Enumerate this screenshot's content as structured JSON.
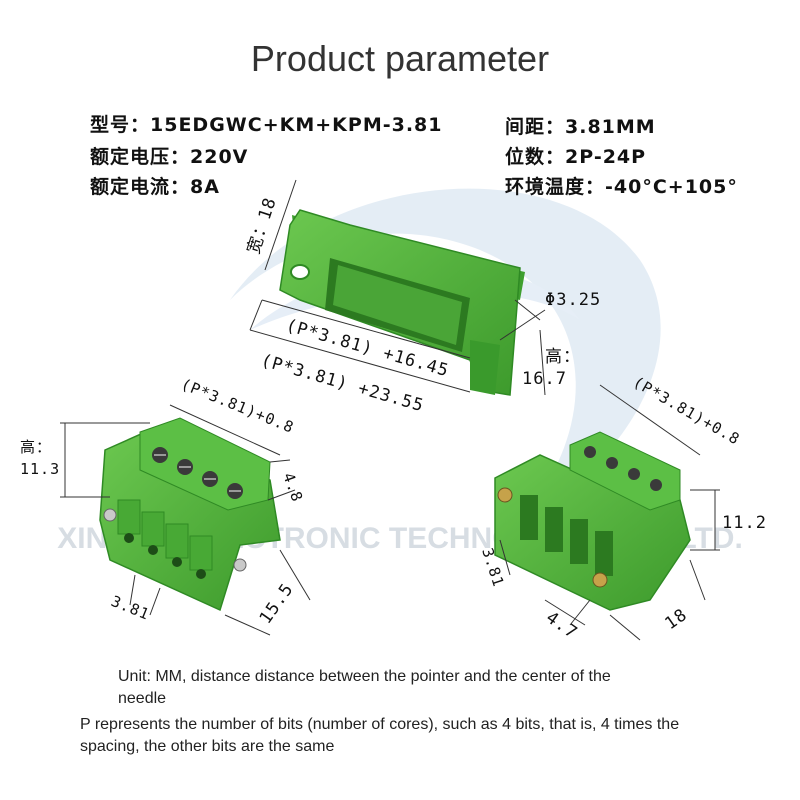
{
  "title": "Product parameter",
  "specs": {
    "model_label": "型号：",
    "model_value": "15EDGWC+KM+KPM-3.81",
    "pitch_label": "间距：",
    "pitch_value": "3.81MM",
    "voltage_label": "额定电压：",
    "voltage_value": "220V",
    "positions_label": "位数：",
    "positions_value": "2P-24P",
    "current_label": "额定电流：",
    "current_value": "8A",
    "temp_label": "环境温度：",
    "temp_value": "-40°C+105°"
  },
  "dimensions": {
    "width": "宽：18",
    "hole": "Φ3.25",
    "height_label": "高：",
    "height_value": "16.7",
    "len1": "(P*3.81) +16.45",
    "len2": "(P*3.81) +23.55",
    "left_height_label": "高：",
    "left_height_value": "11.3",
    "left_top": "(P*3.81)+0.8",
    "left_48": "4.8",
    "left_381": "3.81",
    "left_155": "15.5",
    "right_top": "(P*3.81)+0.8",
    "right_112": "11.2",
    "right_381": "3.81",
    "right_47": "4.7",
    "right_18": "18"
  },
  "watermark": "XINLIAN ELECTRONIC TECHNOLOGY CO., LTD.",
  "notes": {
    "line1": "Unit: MM, distance distance between the pointer and the center of the",
    "line2": "needle",
    "line3": "P represents the number of bits (number of cores), such as 4 bits, that is, 4 times the",
    "line4": "spacing, the other bits are the same"
  },
  "colors": {
    "connector_green": "#4fb33a",
    "connector_dark": "#2f8a24",
    "connector_light": "#7dd064",
    "swoosh": "#cfe0f0"
  }
}
